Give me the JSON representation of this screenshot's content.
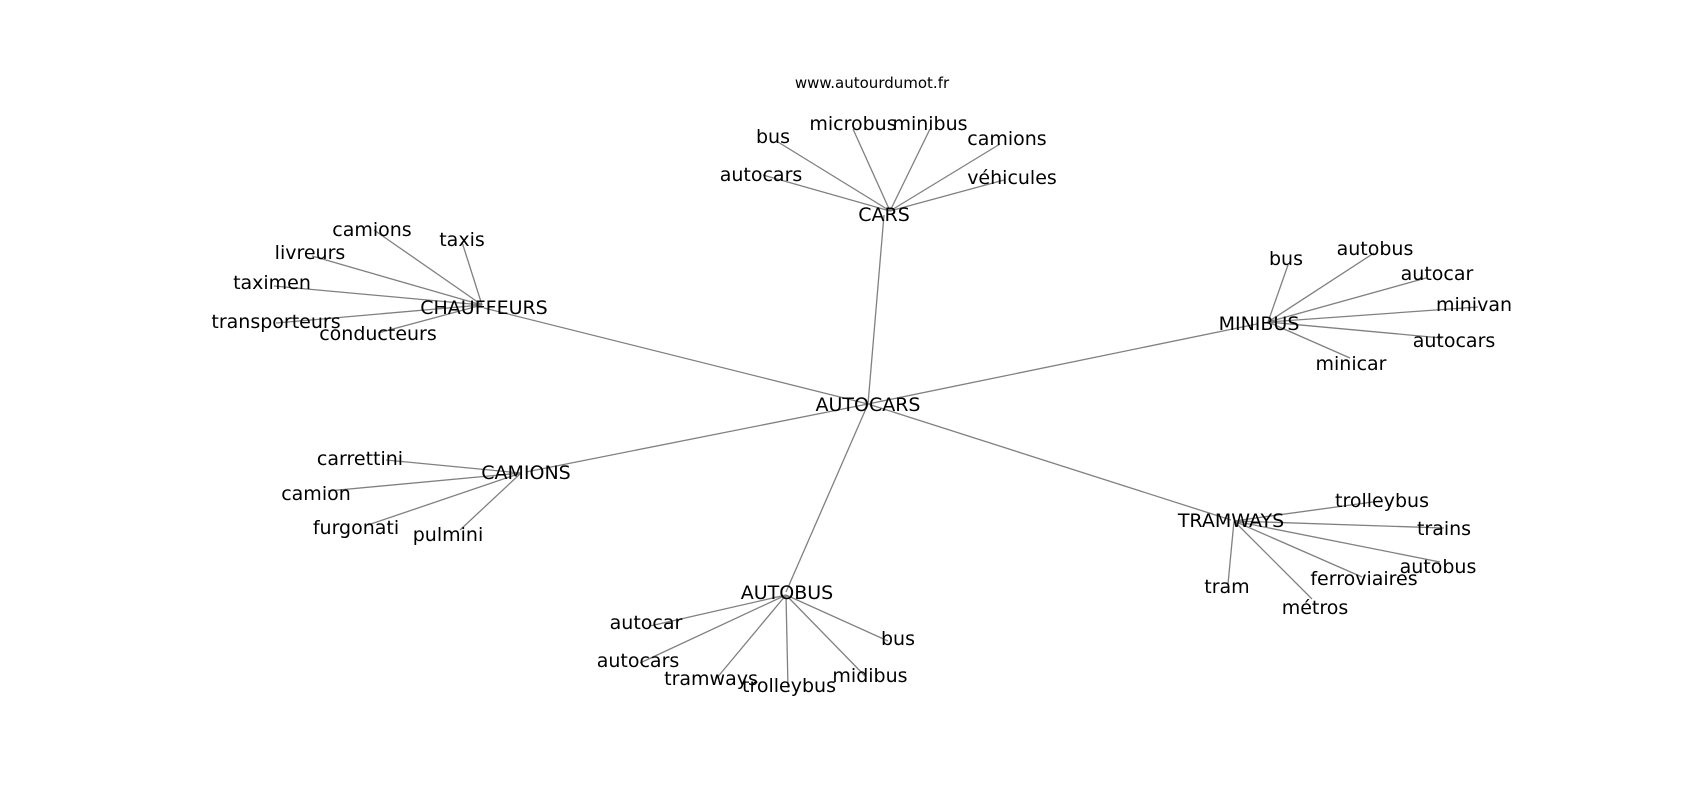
{
  "watermark": "www.autourdumot.fr",
  "graph": {
    "root": "AUTOCARS",
    "branches": [
      {
        "label": "CARS",
        "children": [
          "bus",
          "microbus",
          "minibus",
          "camions",
          "autocars",
          "véhicules"
        ]
      },
      {
        "label": "CHAUFFEURS",
        "children": [
          "camions",
          "taxis",
          "livreurs",
          "taximen",
          "transporteurs",
          "conducteurs"
        ]
      },
      {
        "label": "MINIBUS",
        "children": [
          "bus",
          "autobus",
          "autocar",
          "minivan",
          "autocars",
          "minicar"
        ]
      },
      {
        "label": "CAMIONS",
        "children": [
          "carrettini",
          "camion",
          "furgonati",
          "pulmini"
        ]
      },
      {
        "label": "TRAMWAYS",
        "children": [
          "trolleybus",
          "trains",
          "autobus",
          "ferroviaires",
          "tram",
          "métros"
        ]
      },
      {
        "label": "AUTOBUS",
        "children": [
          "autocar",
          "bus",
          "autocars",
          "tramways",
          "trolleybus",
          "midibus"
        ]
      }
    ]
  }
}
